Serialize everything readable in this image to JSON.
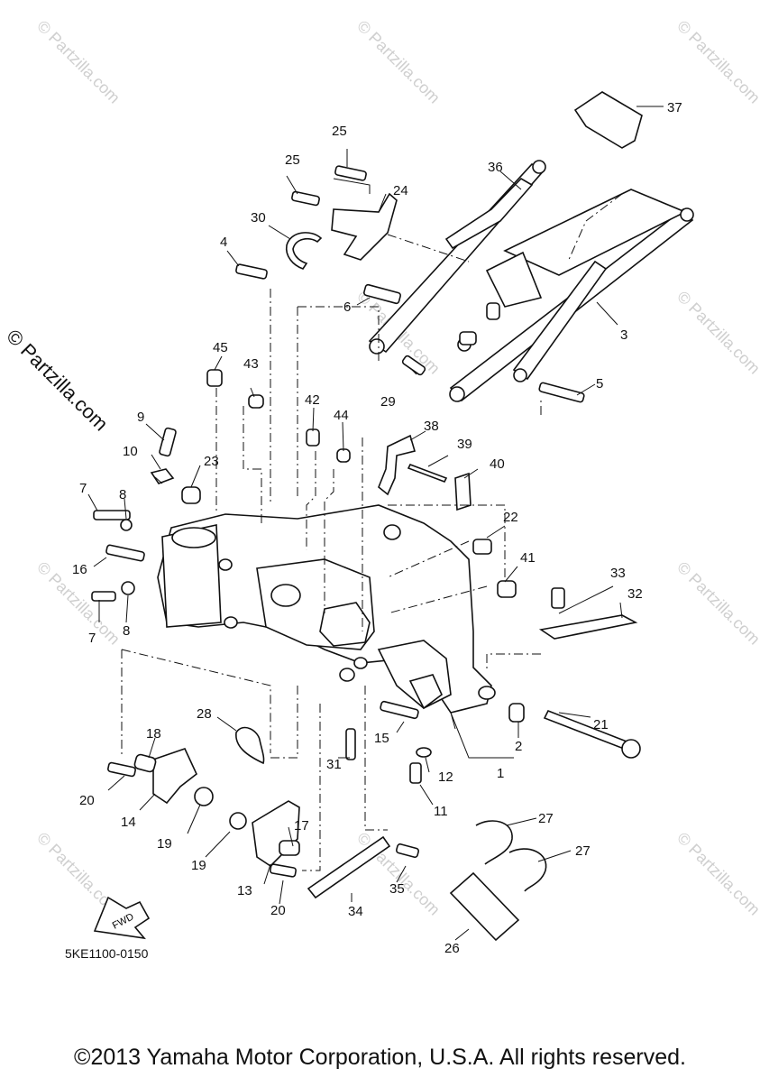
{
  "diagram": {
    "diagram_code": "5KE1100-0150",
    "fwd_label": "FWD",
    "watermark_text": "© Partzilla.com",
    "side_watermark": "© Partzilla.com",
    "copyright": "©2013 Yamaha Motor Corporation, U.S.A. All rights reserved.",
    "callouts": {
      "n1": "1",
      "n2": "2",
      "n3": "3",
      "n4": "4",
      "n5": "5",
      "n6": "6",
      "n7a": "7",
      "n7b": "7",
      "n8a": "8",
      "n8b": "8",
      "n9": "9",
      "n10": "10",
      "n11": "11",
      "n12": "12",
      "n13": "13",
      "n14": "14",
      "n15": "15",
      "n16": "16",
      "n17": "17",
      "n18": "18",
      "n19a": "19",
      "n19b": "19",
      "n20a": "20",
      "n20b": "20",
      "n21": "21",
      "n22": "22",
      "n23": "23",
      "n24": "24",
      "n25a": "25",
      "n25b": "25",
      "n26": "26",
      "n27a": "27",
      "n27b": "27",
      "n28": "28",
      "n29": "29",
      "n30": "30",
      "n31": "31",
      "n32": "32",
      "n33": "33",
      "n34": "34",
      "n35": "35",
      "n36": "36",
      "n37": "37",
      "n38": "38",
      "n39": "39",
      "n40": "40",
      "n41": "41",
      "n42": "42",
      "n43": "43",
      "n44": "44",
      "n45": "45"
    }
  }
}
